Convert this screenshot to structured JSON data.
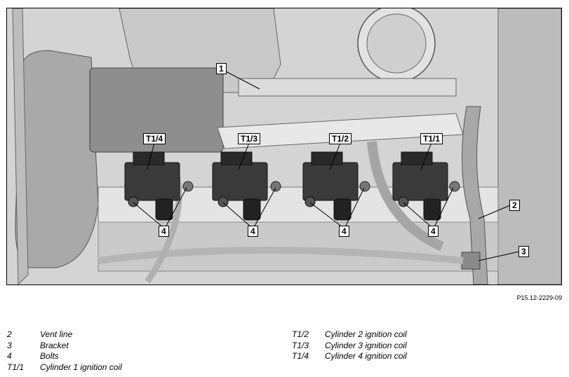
{
  "figure": {
    "callouts": {
      "c1": "1",
      "t14": "T1/4",
      "t13": "T1/3",
      "t12": "T1/2",
      "t11": "T1/1",
      "c4a": "4",
      "c4b": "4",
      "c4c": "4",
      "c4d": "4",
      "c2": "2",
      "c3": "3"
    }
  },
  "reference": "P15.12-2229-09",
  "legend_left": [
    {
      "code": "2",
      "text": "Vent line"
    },
    {
      "code": "3",
      "text": "Bracket"
    },
    {
      "code": "4",
      "text": "Bolts"
    },
    {
      "code": "T1/1",
      "text": "Cylinder 1 ignition coil"
    }
  ],
  "legend_right": [
    {
      "code": "T1/2",
      "text": "Cylinder 2 ignition coil"
    },
    {
      "code": "T1/3",
      "text": "Cylinder 3 ignition coil"
    },
    {
      "code": "T1/4",
      "text": "Cylinder 4 ignition coil"
    }
  ],
  "colors": {
    "background": "#d4d4d4",
    "coil": "#3a3a3a",
    "engine_dark": "#9a9a9a",
    "engine_light": "#e6e6e6",
    "vent_line": "#a8a8a8"
  }
}
